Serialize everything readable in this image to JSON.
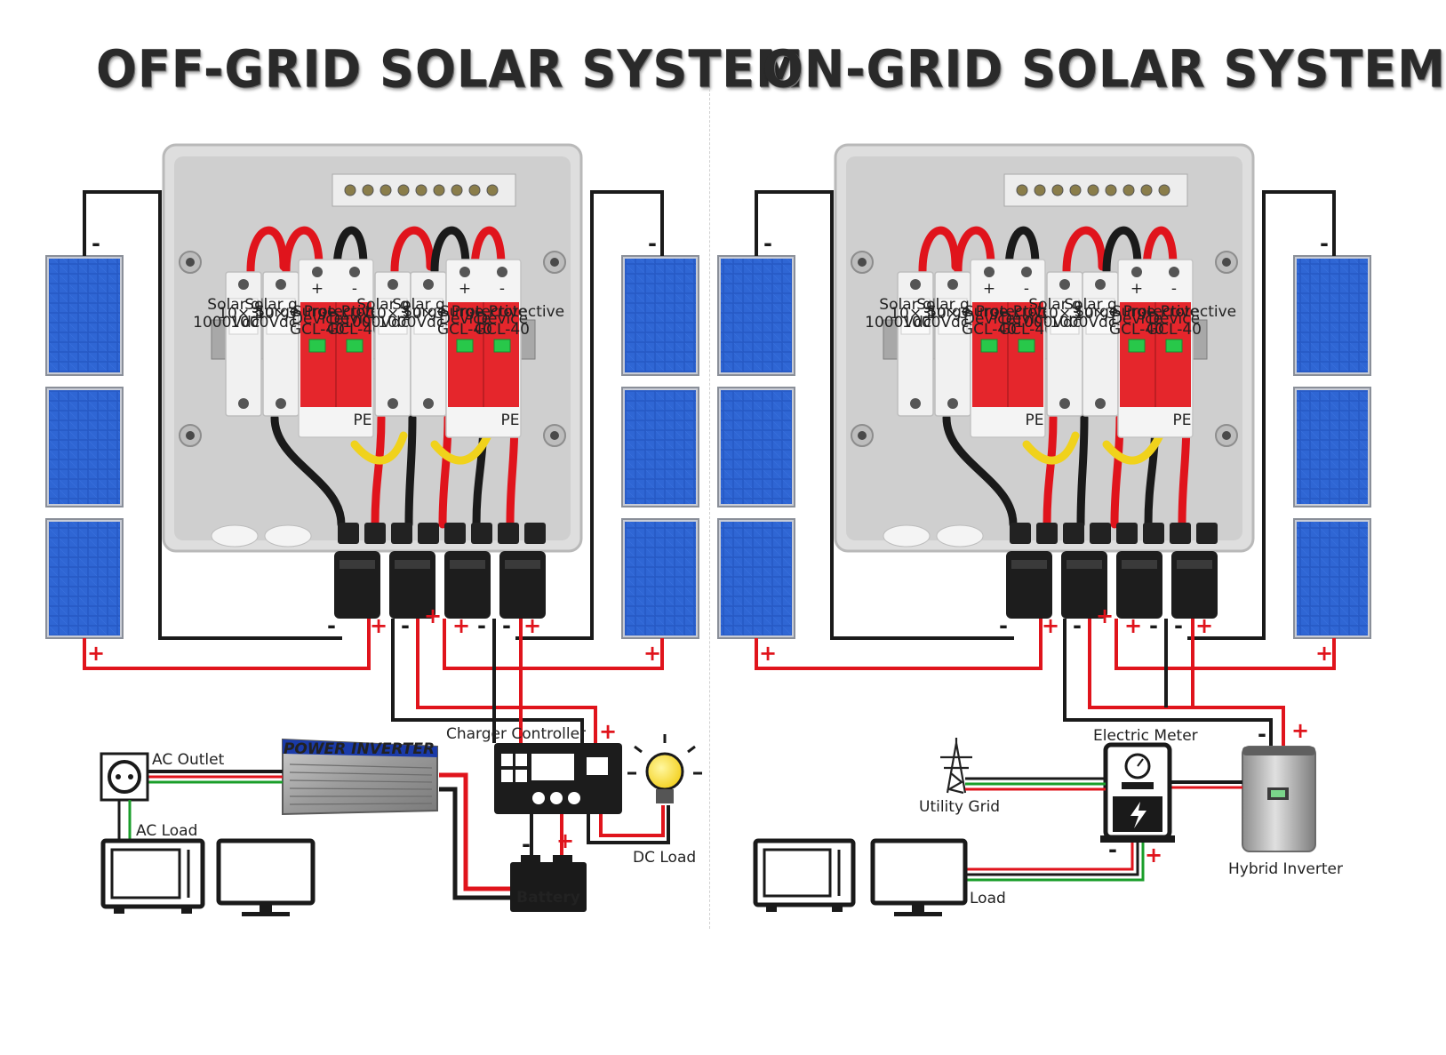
{
  "titles": {
    "off_grid": "OFF-GRID SOLAR SYSTEM",
    "on_grid": "ON-GRID SOLAR SYSTEM"
  },
  "off_grid": {
    "charger_controller": "Charger Controller",
    "ac_outlet": "AC Outlet",
    "ac_load": "AC Load",
    "dc_load": "DC Load",
    "battery": "Battery",
    "inverter_brand": "POWER INVERTER"
  },
  "on_grid": {
    "electric_meter": "Electric Meter",
    "utility_grid": "Utility Grid",
    "hybrid_inverter": "Hybrid Inverter",
    "load": "Load"
  },
  "combiner_box": {
    "fuse_label_line1": "Solar gPV",
    "fuse_label_line2": "10×38",
    "fuse_label_line3": "1000Vdc 32A",
    "spd_label_line1": "Surge Protective",
    "spd_label_line2": "Device",
    "spd_model": "GCL-40",
    "pe_label": "PE",
    "plus": "+",
    "minus": "-"
  },
  "polarity": {
    "plus": "+",
    "minus": "-"
  },
  "colors": {
    "positive_wire": "#e0141c",
    "negative_wire": "#1a1a1a",
    "ac_neutral_wire": "#1a9e2a",
    "yellow_wire": "#f0d21c",
    "panel_blue": "#1e4fb0",
    "spd_red": "#e5262c",
    "box_gray": "#dedede"
  }
}
